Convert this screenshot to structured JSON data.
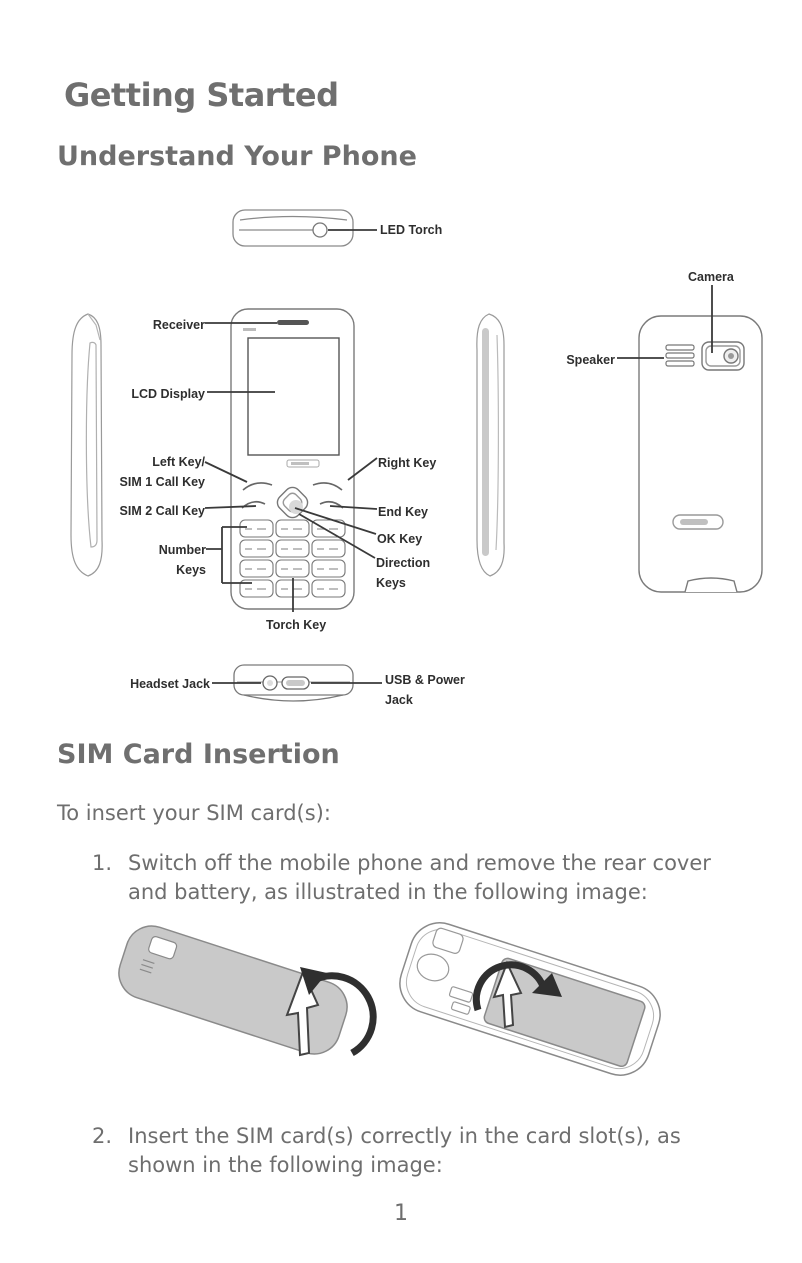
{
  "page": {
    "title": "Getting Started",
    "sections": {
      "understand": "Understand Your Phone",
      "sim": "SIM Card Insertion"
    },
    "intro": "To insert your SIM card(s):",
    "steps": [
      {
        "num": "1.",
        "line1": "Switch off the mobile phone and remove the rear cover",
        "line2": "and battery, as illustrated in the following image:"
      },
      {
        "num": "2.",
        "line1": "Insert the SIM card(s) correctly in the card slot(s), as",
        "line2": "shown in the following image:"
      }
    ],
    "page_number": "1"
  },
  "diagram": {
    "labels": {
      "led_torch": "LED Torch",
      "receiver": "Receiver",
      "lcd_display": "LCD Display",
      "left_key_1": "Left Key/",
      "left_key_2": "SIM 1 Call Key",
      "sim2_call_key": "SIM 2 Call Key",
      "number_keys_1": "Number",
      "number_keys_2": "Keys",
      "right_key": "Right Key",
      "end_key": "End Key",
      "ok_key": "OK Key",
      "direction_keys_1": "Direction",
      "direction_keys_2": "Keys",
      "torch_key": "Torch Key",
      "headset_jack": "Headset Jack",
      "usb_power_1": "USB & Power",
      "usb_power_2": "Jack",
      "camera": "Camera",
      "speaker": "Speaker"
    }
  },
  "colors": {
    "heading": "#6f6f6f",
    "body_text": "#6e6e6e",
    "diagram_label": "#2e2e2e",
    "outline": "#7a7a7a",
    "shaded_fill": "#c9c9c9"
  }
}
